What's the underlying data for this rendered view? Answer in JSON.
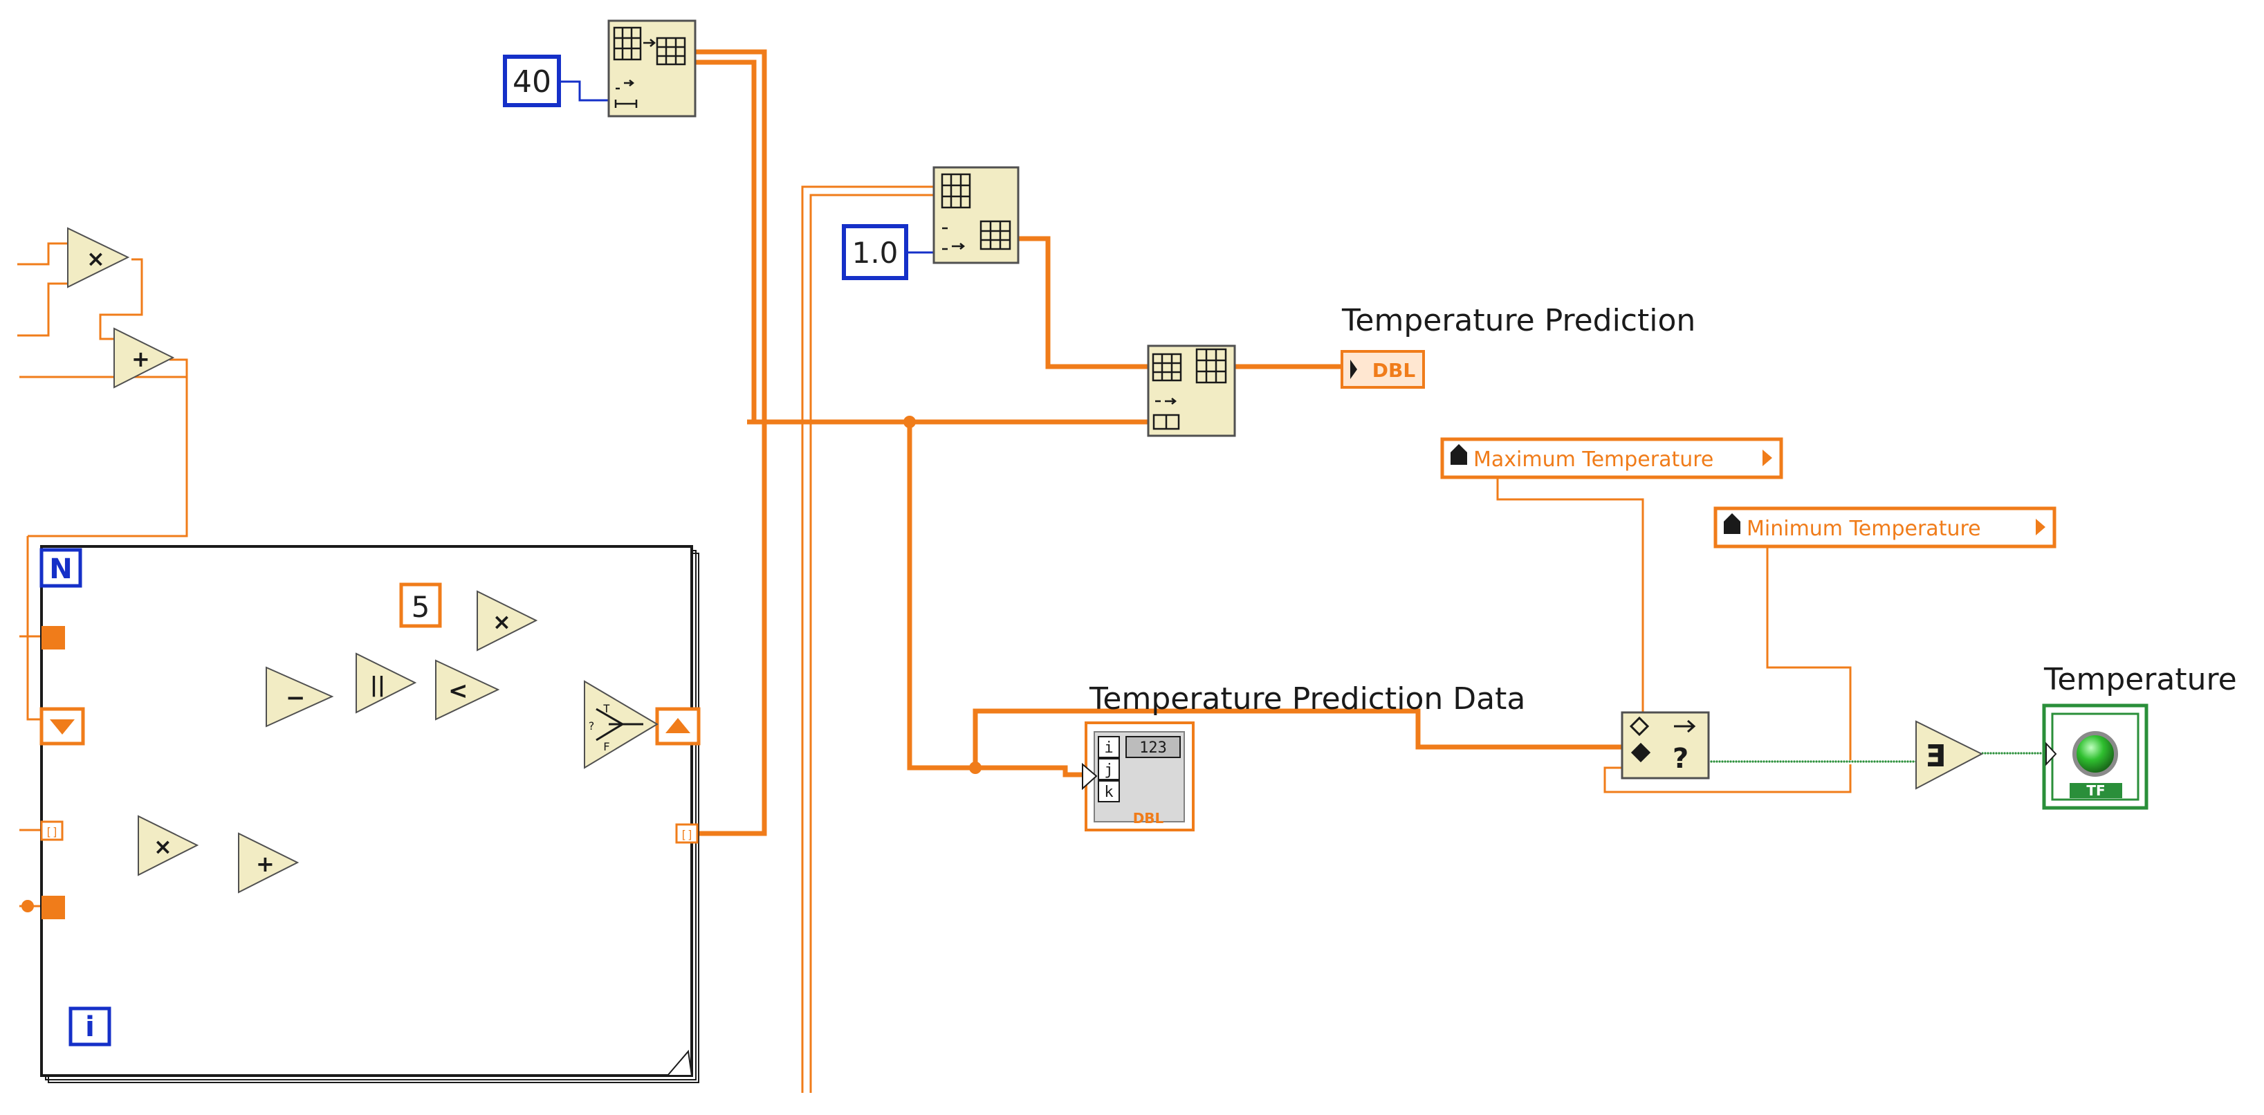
{
  "labels": {
    "temperature_prediction": "Temperature Prediction",
    "temperature_prediction_data": "Temperature Prediction Data",
    "temperature": "Temperature"
  },
  "constants": {
    "count": "40",
    "step": "1.0",
    "loop_const": "5"
  },
  "terminals": {
    "loop_count": "N",
    "loop_index": "i",
    "indicator_type": "DBL",
    "array_type": "DBL",
    "array_index_i": "i",
    "array_index_j": "j",
    "array_index_k": "k",
    "array_numeric": "123",
    "bool_type": "TF"
  },
  "property_nodes": {
    "max": "Maximum Temperature",
    "min": "Minimum Temperature"
  },
  "colors": {
    "wire_orange": "#f07c1a",
    "int_blue": "#1530c8",
    "bool_green": "#2a8f3a",
    "node_fill": "#f2ecc4"
  },
  "icons": {
    "multiply": "multiply-node-icon",
    "add": "add-node-icon",
    "subtract": "subtract-node-icon",
    "abs": "absolute-value-node-icon",
    "less": "less-than-node-icon",
    "select": "select-node-icon",
    "in_range": "in-range-coerce-node-icon",
    "or_array": "or-array-elements-node-icon",
    "led": "green-led-icon",
    "shift_register": "shift-register-icon"
  }
}
